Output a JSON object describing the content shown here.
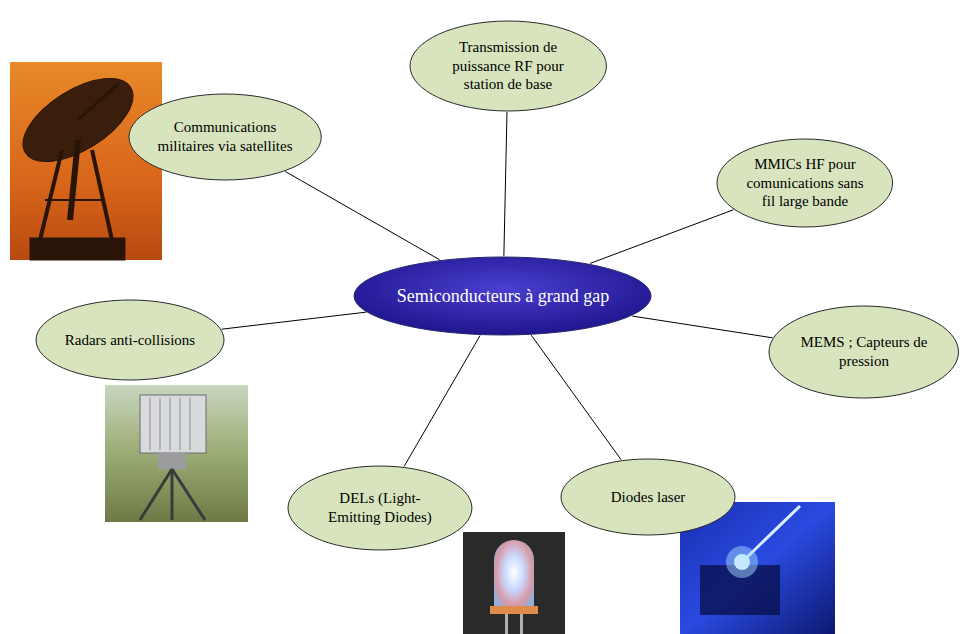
{
  "diagram": {
    "nodes": [
      {
        "text": [
          "Transmission de puissance RF pour station de base"
        ]
      },
      {
        "text": [
          "Communications militaires via satellites"
        ]
      },
      {
        "text": [
          "MMICs HF pour comunications sans fil large bande"
        ]
      },
      {
        "text": [
          "Semiconducteurs à grand gap"
        ]
      },
      {
        "text": [
          "Radars anti-collisions"
        ]
      },
      {
        "text": [
          "MEMS ; Capteurs de pression"
        ]
      },
      {
        "text": [
          "DELs (Light-Emitting Diodes)"
        ]
      },
      {
        "text": [
          "Diodes laser"
        ]
      }
    ],
    "edges": [
      {
        "from": 3,
        "to": 0,
        "arrow": "none"
      },
      {
        "from": 3,
        "to": 1,
        "arrow": "none"
      },
      {
        "from": 3,
        "to": 2,
        "arrow": "none"
      },
      {
        "from": 3,
        "to": 4,
        "arrow": "none"
      },
      {
        "from": 3,
        "to": 5,
        "arrow": "none"
      },
      {
        "from": 3,
        "to": 6,
        "arrow": "none"
      },
      {
        "from": 3,
        "to": 7,
        "arrow": "none"
      }
    ]
  }
}
